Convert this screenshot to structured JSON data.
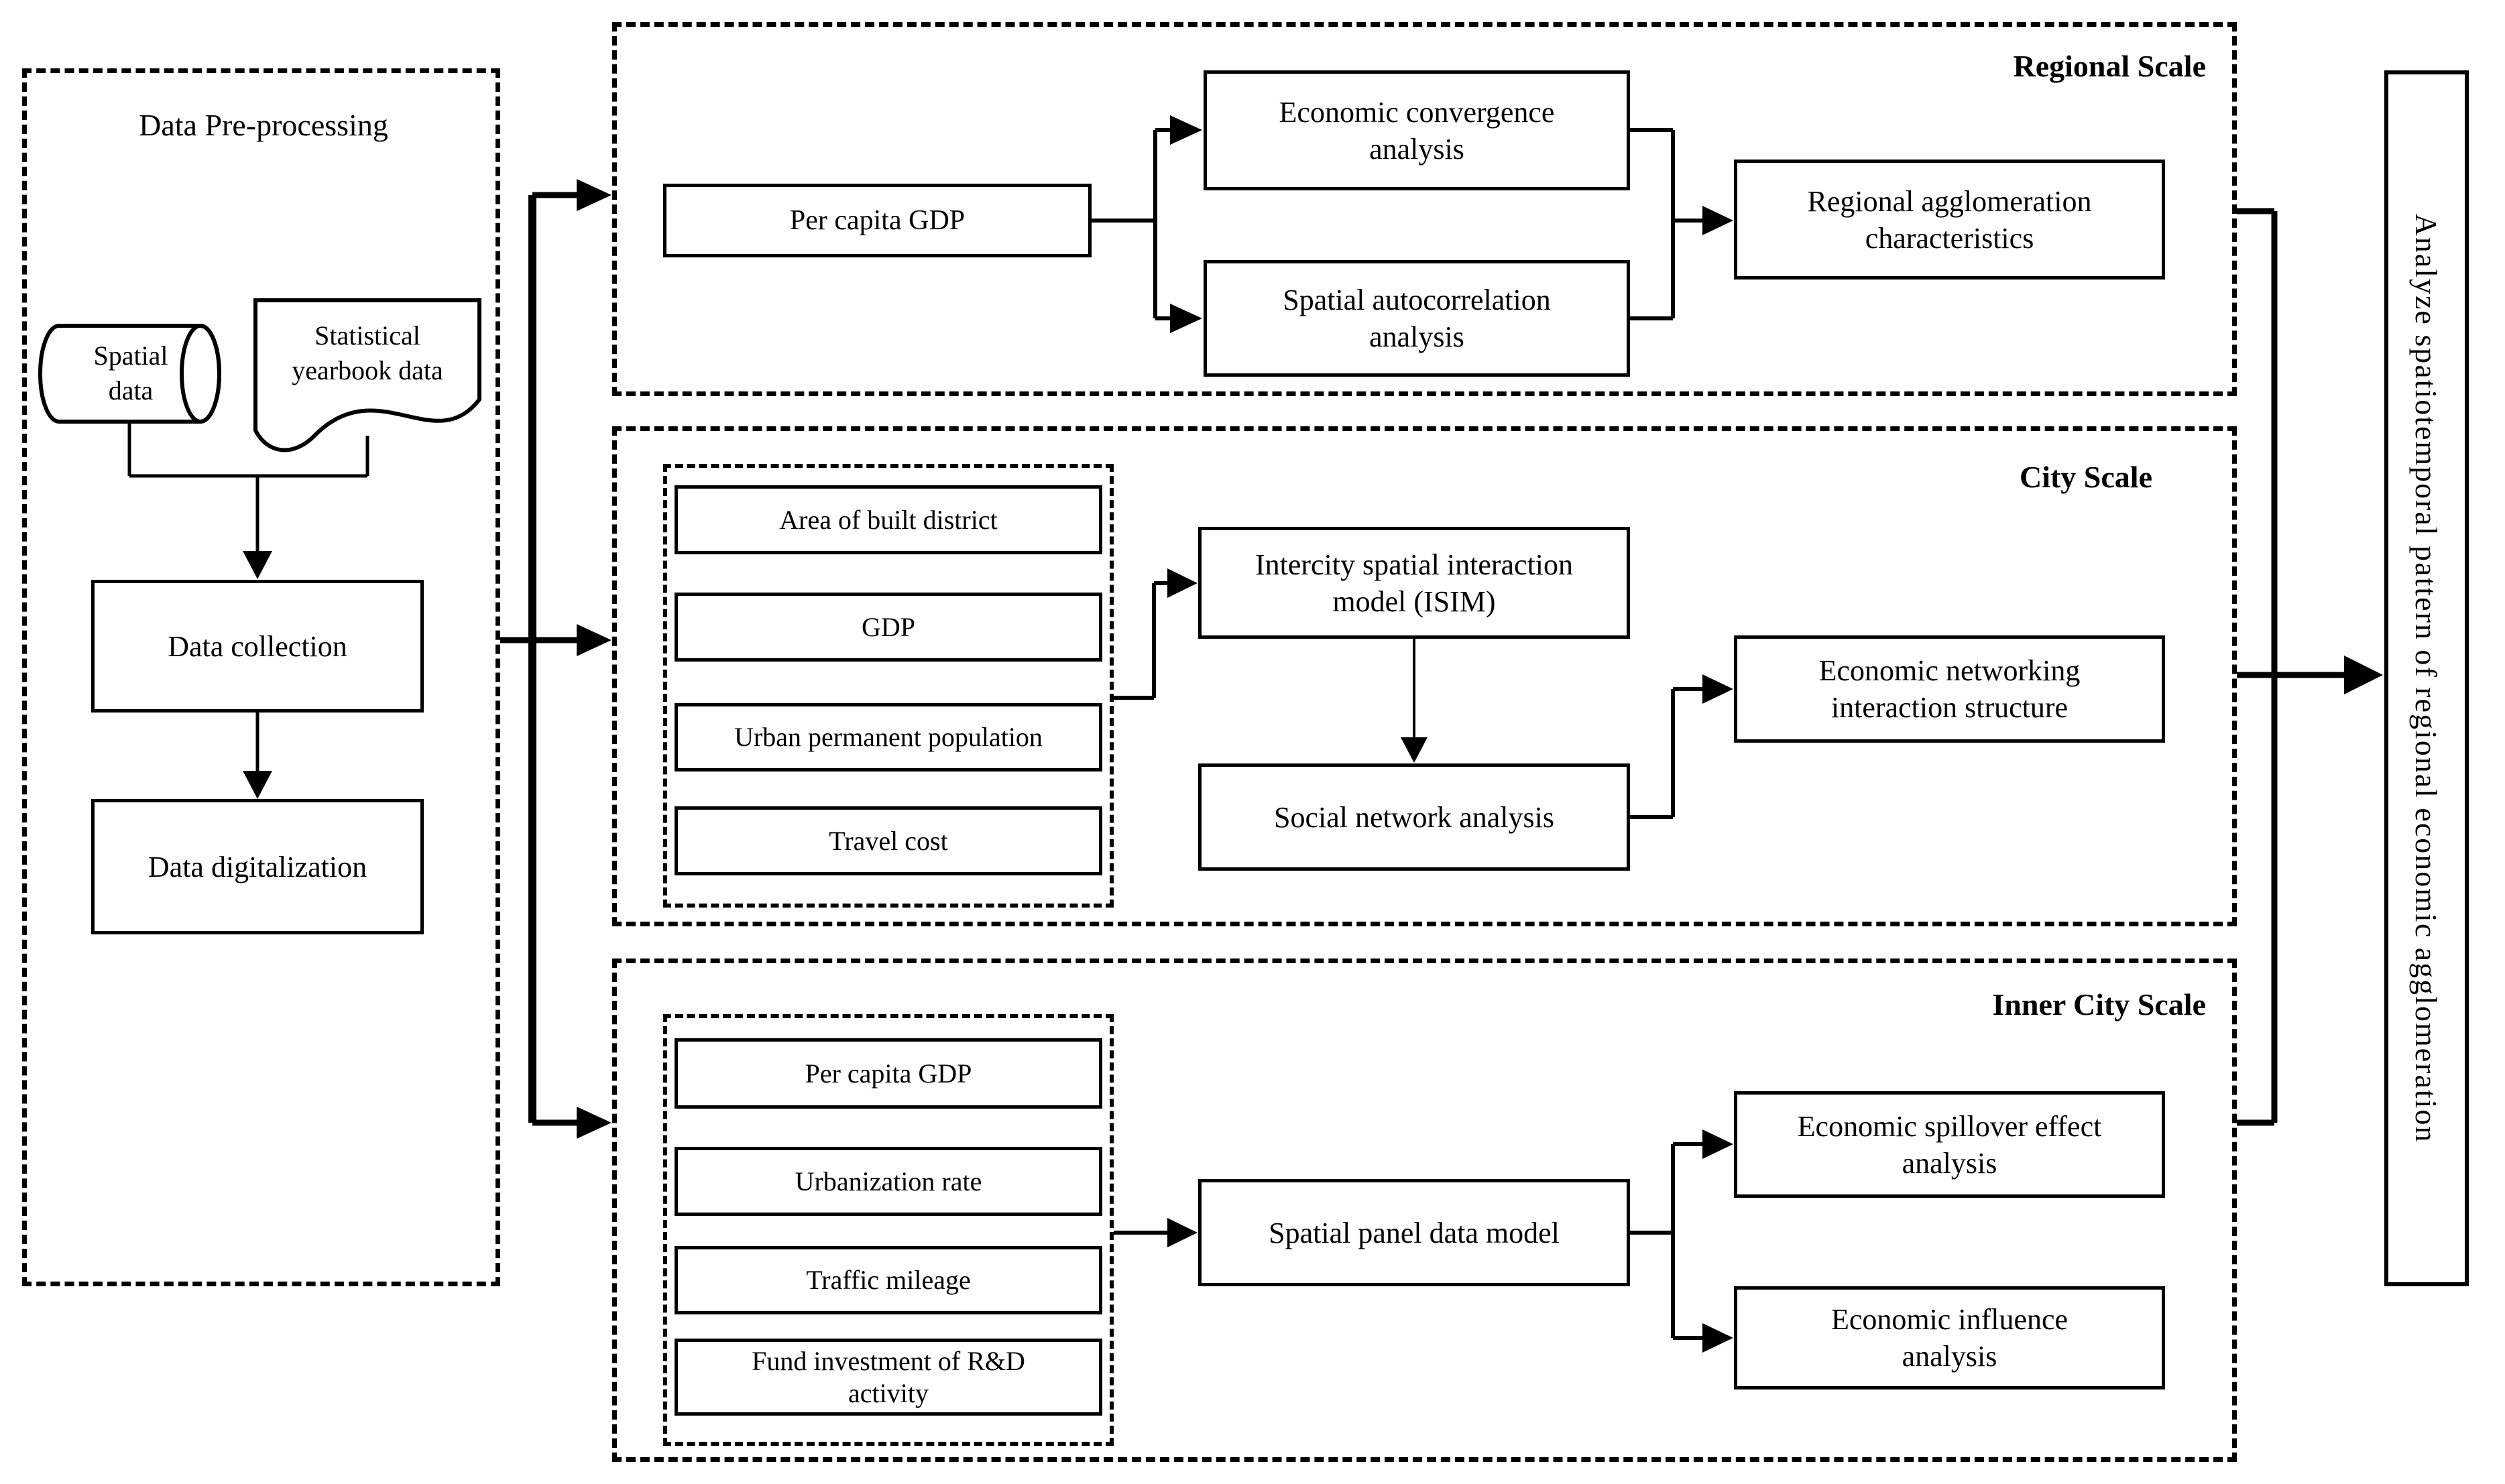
{
  "diagram": {
    "preprocessing": {
      "title": "Data Pre-processing",
      "spatial_data": "Spatial data",
      "yearbook_data": "Statistical yearbook data",
      "data_collection": "Data collection",
      "data_digitalization": "Data digitalization"
    },
    "regional": {
      "label": "Regional Scale",
      "per_capita_gdp": "Per capita GDP",
      "economic_convergence": "Economic convergence analysis",
      "spatial_autocorrelation": "Spatial autocorrelation analysis",
      "agglomeration_characteristics": "Regional agglomeration characteristics"
    },
    "city": {
      "label": "City Scale",
      "inputs": [
        "Area of built district",
        "GDP",
        "Urban permanent population",
        "Travel cost"
      ],
      "isim": "Intercity spatial interaction model (ISIM)",
      "sna": "Social network analysis",
      "networking_structure": "Economic networking interaction structure"
    },
    "inner_city": {
      "label": "Inner City Scale",
      "inputs": [
        "Per capita GDP",
        "Urbanization rate",
        "Traffic mileage",
        "Fund investment of R&D activity"
      ],
      "spdm": "Spatial panel data model",
      "spillover": "Economic spillover effect analysis",
      "influence": "Economic influence analysis"
    },
    "outcome": "Analyze spatiotemporal pattern of regional economic agglomeration",
    "colors": {
      "ink": "#000000",
      "paper": "#ffffff"
    }
  }
}
